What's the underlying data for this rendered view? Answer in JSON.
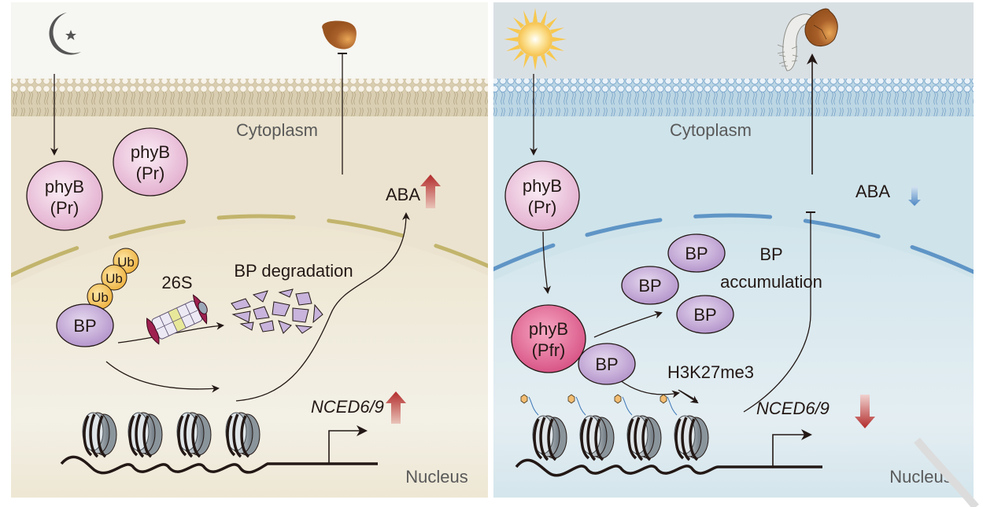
{
  "panels": {
    "dark": {
      "condition_icon": "moon-star-icon",
      "outcome_icon": "dormant-seed-icon",
      "compartment_cytoplasm": "Cytoplasm",
      "compartment_nucleus": "Nucleus",
      "phyB_free_1": {
        "line1": "phyB",
        "line2": "(Pr)"
      },
      "phyB_free_2": {
        "line1": "phyB",
        "line2": "(Pr)"
      },
      "aba_label": "ABA",
      "aba_trend": "up",
      "ub_labels": [
        "Ub",
        "Ub",
        "Ub"
      ],
      "proteasome_label": "26S",
      "bp_label": "BP",
      "degradation_label": "BP degradation",
      "gene_label": "NCED6/9",
      "gene_trend": "up"
    },
    "light": {
      "condition_icon": "sun-icon",
      "outcome_icon": "germinating-seed-icon",
      "compartment_cytoplasm": "Cytoplasm",
      "compartment_nucleus": "Nucleus",
      "phyB_pr": {
        "line1": "phyB",
        "line2": "(Pr)"
      },
      "phyB_pfr": {
        "line1": "phyB",
        "line2": "(Pfr)"
      },
      "aba_label": "ABA",
      "aba_trend": "down",
      "bp_labels": [
        "BP",
        "BP",
        "BP",
        "BP"
      ],
      "accumulation_line1": "BP",
      "accumulation_line2": "accumulation",
      "histone_mark_label": "H3K27me3",
      "gene_label": "NCED6/9",
      "gene_trend": "down"
    }
  },
  "colors": {
    "dark_bg_top": "#f6f6f2",
    "dark_bg_cyto": "#ebe3cf",
    "dark_membrane": "#d8cdb0",
    "dark_nuc_env": "#c2b46c",
    "light_bg_top": "#d9e0e4",
    "light_bg_cyto": "#cfe3ea",
    "light_membrane": "#b9d3e2",
    "light_nuc_env": "#5f95c6",
    "phyB_pr": "#e9bfd8",
    "phyB_pfr": "#e06a94",
    "bp": "#c5a8d8",
    "ub": "#f2c155",
    "arrow_up_red": "#b22b2b",
    "arrow_down_blue": "#5a8fc8",
    "seed_brown": "#a9602a"
  }
}
